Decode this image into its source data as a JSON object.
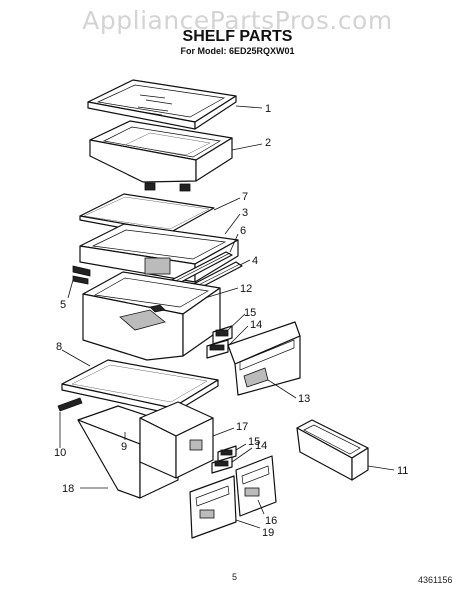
{
  "watermark": "AppliancePartsPros.com",
  "header": {
    "title": "SHELF PARTS",
    "model": "For Model: 6ED25RQXW01"
  },
  "callouts": {
    "c1": "1",
    "c2": "2",
    "c3": "3",
    "c4": "4",
    "c5": "5",
    "c6": "6",
    "c7": "7",
    "c8": "8",
    "c9": "9",
    "c10": "10",
    "c11": "11",
    "c12": "12",
    "c13": "13",
    "c14a": "14",
    "c14b": "14",
    "c15a": "15",
    "c15b": "15",
    "c16": "16",
    "c17": "17",
    "c18": "18",
    "c19": "19"
  },
  "footer": {
    "page_number": "5",
    "document_number": "4361156"
  }
}
